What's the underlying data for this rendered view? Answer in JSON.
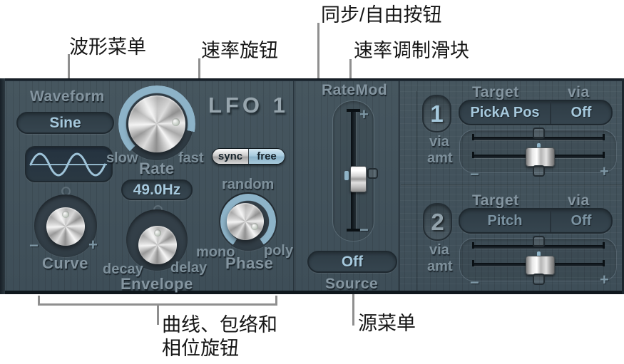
{
  "annotations": {
    "waveform_menu": "波形菜单",
    "rate_knob": "速率旋钮",
    "sync_free_button": "同步/自由按钮",
    "rate_mod_slider": "速率调制滑块",
    "knobs_line1": "曲线、包络和",
    "knobs_line2": "相位旋钮",
    "source_menu": "源菜单"
  },
  "lfo": {
    "title": "LFO 1",
    "waveform": {
      "label": "Waveform",
      "value": "Sine"
    },
    "rate": {
      "label": "Rate",
      "value": "49.0Hz",
      "min": "slow",
      "max": "fast"
    },
    "sync_free": {
      "sync": "sync",
      "free": "free"
    },
    "rate_mod": {
      "label": "RateMod",
      "plus": "+",
      "minus": "−"
    },
    "source": {
      "label": "Source",
      "value": "Off"
    },
    "curve": {
      "label": "Curve",
      "minus": "−",
      "plus": "+"
    },
    "envelope": {
      "label": "Envelope",
      "left": "decay",
      "right": "delay"
    },
    "phase": {
      "label": "Phase",
      "top": "random",
      "left": "mono",
      "right": "poly"
    }
  },
  "targets": {
    "header_target": "Target",
    "header_via": "via",
    "via_label": "via",
    "amt_label": "amt",
    "minus": "−",
    "plus": "+",
    "rows": [
      {
        "number": "1",
        "target": "PickA Pos",
        "via": "Off"
      },
      {
        "number": "2",
        "target": "Pitch",
        "via": "Off"
      }
    ]
  },
  "colors": {
    "accent_blue": "#a6c9dd",
    "arc_blue": "#8db3c8",
    "panel_bg": "#42525c",
    "label_gray": "#8495a0",
    "annotation_line": "#8f8f8f"
  }
}
